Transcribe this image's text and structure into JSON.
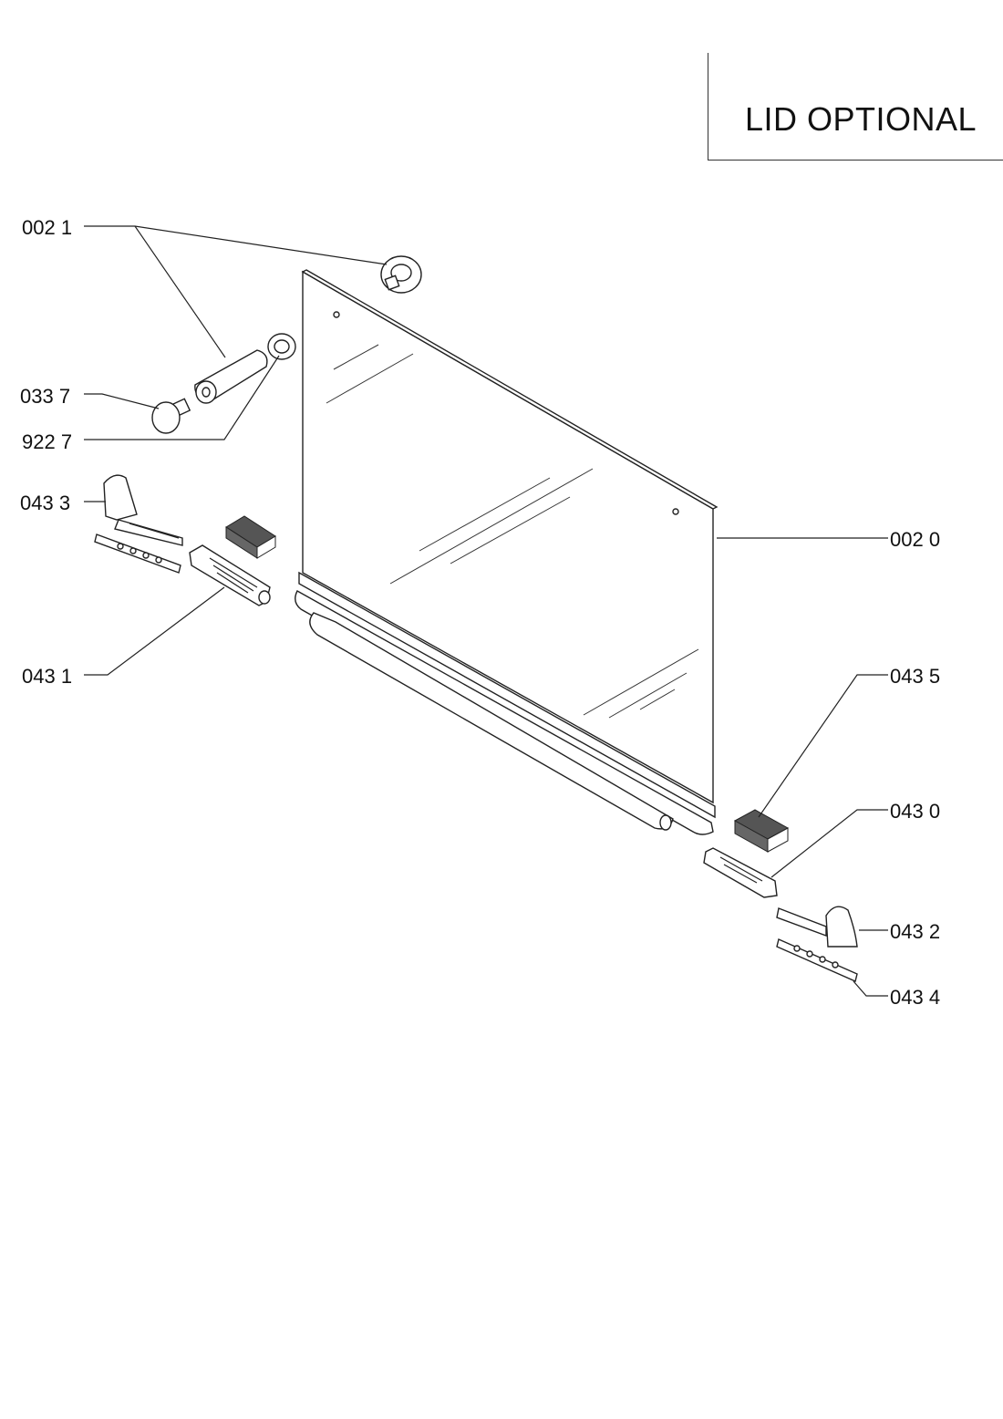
{
  "title": "LID OPTIONAL",
  "callouts": [
    {
      "id": "c0021",
      "text": "002 1"
    },
    {
      "id": "c0337",
      "text": "033 7"
    },
    {
      "id": "c9227",
      "text": "922 7"
    },
    {
      "id": "c0433",
      "text": "043 3"
    },
    {
      "id": "c0431",
      "text": "043 1"
    },
    {
      "id": "c0020",
      "text": "002 0"
    },
    {
      "id": "c0435",
      "text": "043 5"
    },
    {
      "id": "c0430",
      "text": "043 0"
    },
    {
      "id": "c0432",
      "text": "043 2"
    },
    {
      "id": "c0434",
      "text": "043 4"
    }
  ],
  "colors": {
    "ink": "#222222",
    "background": "#ffffff",
    "foam": "#555555"
  }
}
